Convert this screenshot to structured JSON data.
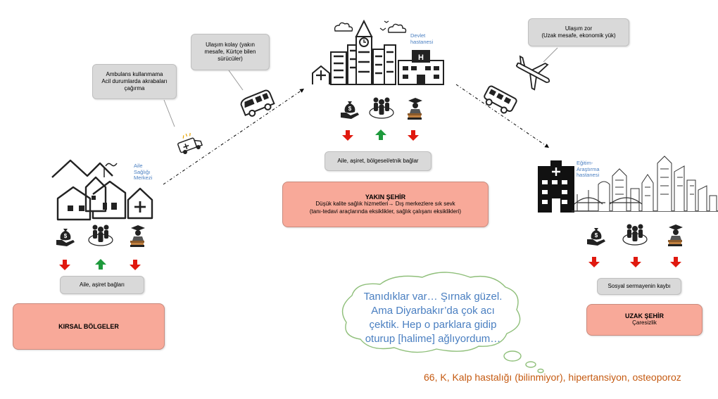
{
  "callouts": {
    "ambulance_note": [
      "Ambulans kullanmama",
      "Acil durumlarda akrabaları",
      "çağırma"
    ],
    "transport_easy": [
      "Ulaşım kolay (yakın",
      "mesafe, Kürtçe bilen",
      "sürücüler)"
    ],
    "transport_hard": [
      "Ulaşım zor",
      "(Uzak mesafe, ekonomik yük)"
    ]
  },
  "facility_labels": {
    "family_health_center": [
      "Aile",
      "Sağlığı",
      "Merkezi"
    ],
    "state_hospital": [
      "Devlet",
      "hastanesi"
    ],
    "training_hospital": [
      "Eğitim-",
      "Araştırma",
      "hastanesi"
    ]
  },
  "ties": {
    "rural": "Aile, aşiret bağları",
    "near": "Aile, aşiret, bölgesel/etnik bağlar",
    "far": "Sosyal sermayenin kaybı"
  },
  "regions": {
    "rural": {
      "title": "KIRSAL BÖLGELER"
    },
    "near": {
      "title": "YAKIN ŞEHİR",
      "line1": "Düşük kalite sağlık hizmetleri→ Dış merkezlere sık sevk",
      "line2": "(tanı-tedavi araçlarında eksiklikler, sağlık çalışanı eksiklikleri)"
    },
    "far": {
      "title": "UZAK ŞEHİR",
      "subtitle": "Çaresizlik"
    }
  },
  "quote": [
    "Tanıdıklar var… Şırnak güzel.",
    "Ama Diyarbakır’da çok acı",
    "çektik. Hep o parklara gidip",
    "oturup [halime] ağlıyordum…"
  ],
  "patient_info": "66, K, Kalp hastalığı (bilinmiyor), hipertansiyon, osteoporoz",
  "indicator_groups": {
    "rural": [
      "down",
      "up",
      "down"
    ],
    "near": [
      "down",
      "up",
      "down"
    ],
    "far": [
      "down",
      "down",
      "down"
    ]
  },
  "colors": {
    "down": "#e0190f",
    "up": "#1e9a3c",
    "pink": "#f8a999",
    "gray": "#d9d9d9",
    "blue_text": "#4a7fc1",
    "orange_text": "#c55a11",
    "cloud_border": "#8fbf7a"
  },
  "icons": [
    "money-hand-icon",
    "people-group-icon",
    "graduate-books-icon",
    "ambulance-icon",
    "minibus-icon",
    "airplane-icon",
    "bus-icon",
    "village-icon",
    "city-skyline-icon",
    "hospital-icon",
    "clock-tower-icon"
  ]
}
